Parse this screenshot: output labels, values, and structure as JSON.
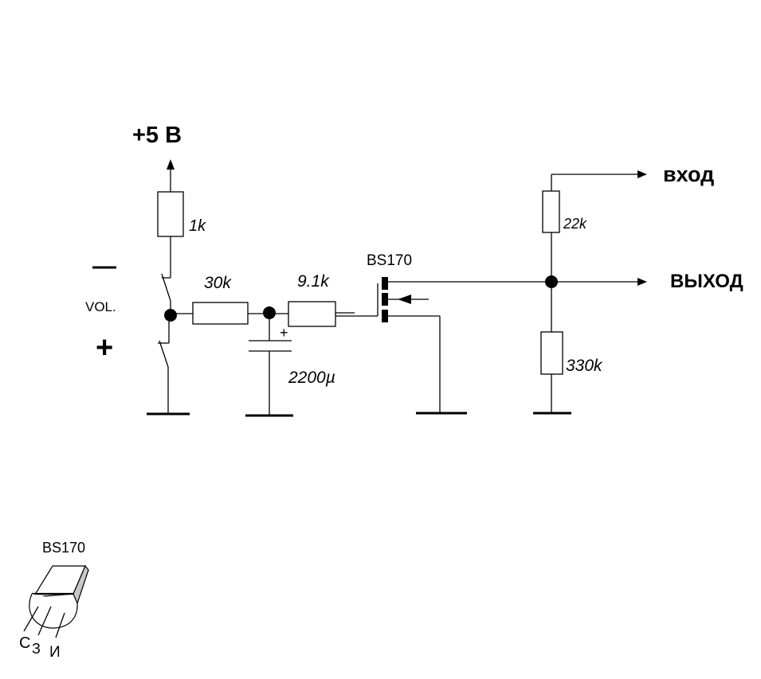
{
  "supply": {
    "label": "+5 В"
  },
  "volume": {
    "minus": "—",
    "plus": "+",
    "label": "VOL."
  },
  "components": {
    "r1": "1k",
    "r2": "30k",
    "r3": "9.1k",
    "c1": "2200µ",
    "c1_polarity": "+",
    "r4": "22k",
    "r5": "330k",
    "transistor": "BS170"
  },
  "terminals": {
    "input": "вход",
    "output": "ВЫХОД"
  },
  "pinout": {
    "title": "BS170",
    "pins": [
      "С",
      "З",
      "И"
    ]
  }
}
